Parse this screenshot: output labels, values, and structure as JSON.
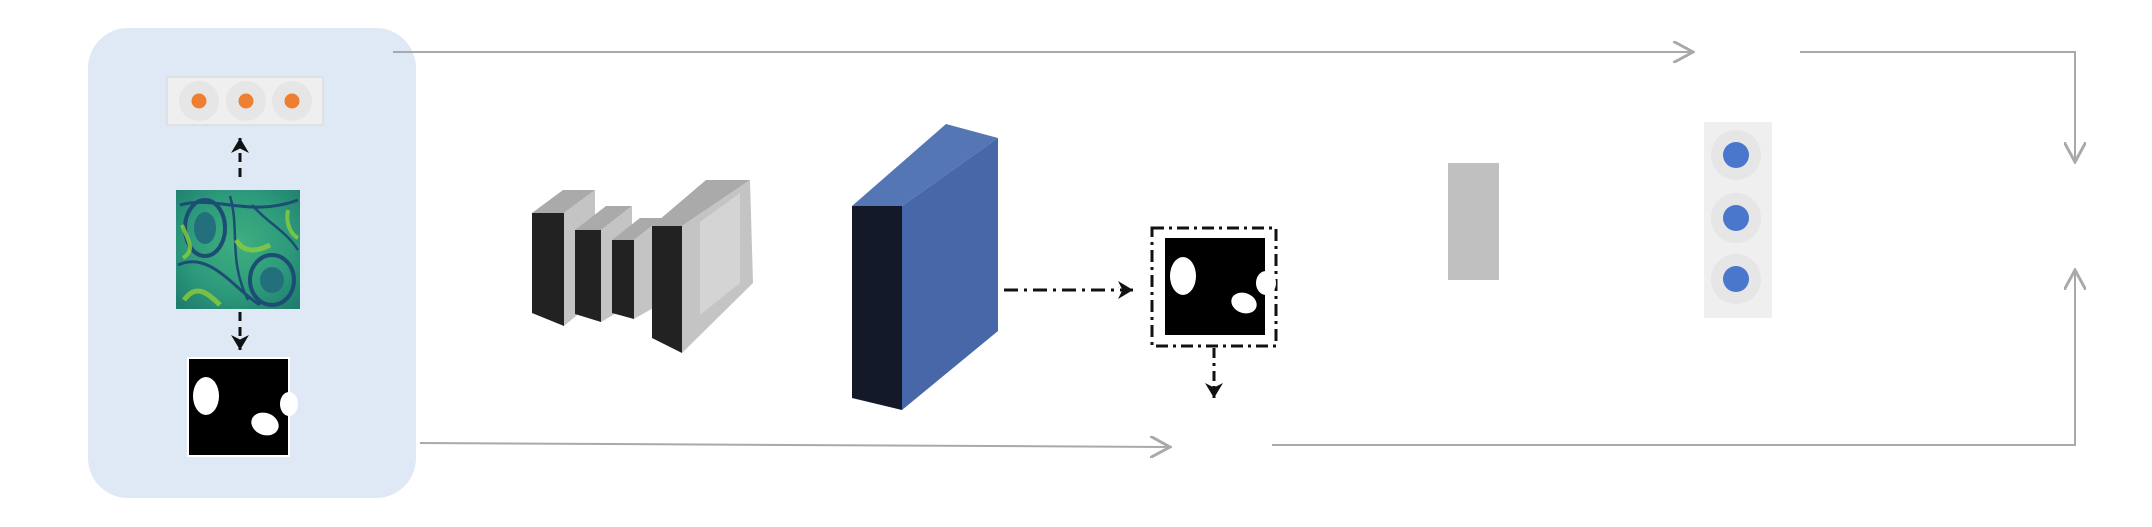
{
  "diagram": {
    "title": "",
    "colors": {
      "background": "#ffffff",
      "input_panel": "#dfe9f5",
      "arrow_gray": "#a9a9a9",
      "arrow_black": "#111111",
      "orange_dot": "#ee7f30",
      "blue_dot": "#4a76cc",
      "dot_halo": "#e6e6e6",
      "vector_box": "#efefef",
      "block_front": "#222222",
      "block_top": "#aaaaaa",
      "block_side": "#c4c4c4",
      "slab_face": "#4767a8",
      "slab_side": "#14192a",
      "small_rect": "#c0c0c0",
      "mask_black": "#000000",
      "mask_white": "#ffffff",
      "micrograph_base": "#2d9a7c",
      "micrograph_highlight": "#8ccd3a",
      "micrograph_dark": "#1b4e72"
    },
    "input_panel": {
      "feature_vector": {
        "dots": 3,
        "icon": "orange-dots-vector-icon"
      },
      "microscopy_image": {
        "icon": "microscopy-image"
      },
      "ground_truth_mask": {
        "icon": "binary-mask-icon"
      }
    },
    "network": {
      "icon": "encoder-decoder-blocks-icon"
    },
    "feature_map": {
      "icon": "blue-slab-icon"
    },
    "predicted_mask": {
      "icon": "dashed-boxed-mask-icon"
    },
    "bottleneck": {
      "icon": "gray-rect-icon"
    },
    "output_vector": {
      "dots": 3,
      "icon": "blue-dots-vector-icon"
    }
  }
}
